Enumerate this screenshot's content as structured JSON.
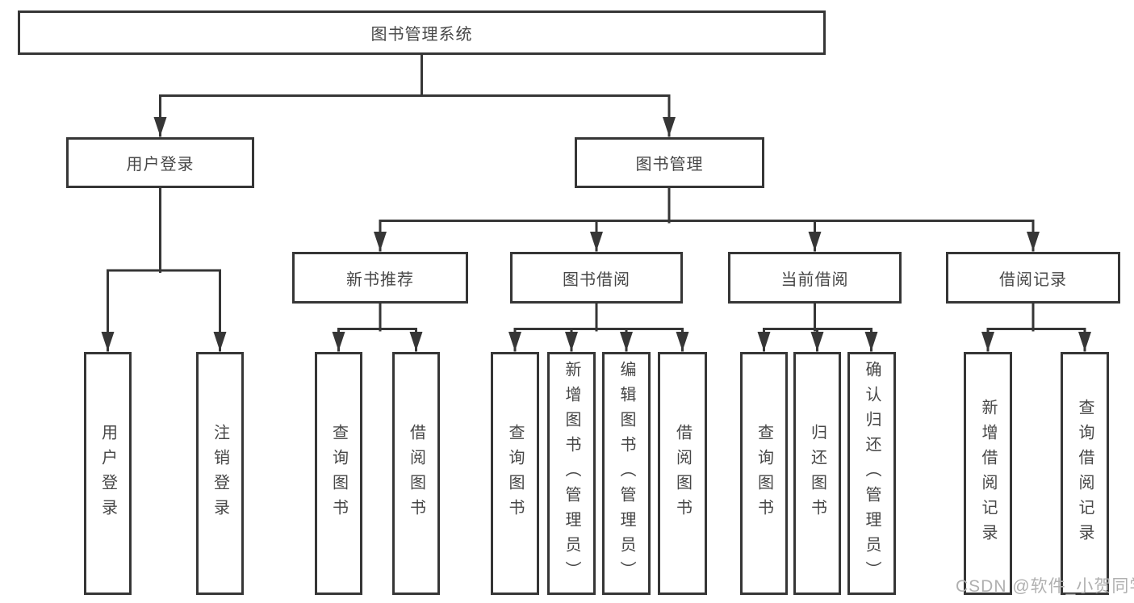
{
  "diagram": {
    "root": {
      "label": "图书管理系统"
    },
    "branches": {
      "user_login": {
        "label": "用户登录"
      },
      "book_mgmt": {
        "label": "图书管理"
      }
    },
    "modules": {
      "new_books": {
        "label": "新书推荐"
      },
      "book_borrow": {
        "label": "图书借阅"
      },
      "current_borrow": {
        "label": "当前借阅"
      },
      "borrow_records": {
        "label": "借阅记录"
      }
    },
    "leaves": {
      "user_login": [
        "用户登录",
        "注销登录"
      ],
      "new_books": [
        "查询图书",
        "借阅图书"
      ],
      "book_borrow": [
        "查询图书",
        "新增图书（管理员）",
        "编辑图书（管理员）",
        "借阅图书"
      ],
      "current_borrow": [
        "查询图书",
        "归还图书",
        "确认归还（管理员）"
      ],
      "borrow_records": [
        "新增借阅记录",
        "查询借阅记录"
      ]
    }
  },
  "watermark": "CSDN @软件_小贺同学",
  "colors": {
    "line": "#363636",
    "text": "#474747",
    "watermark": "#b0b0b0",
    "background": "#ffffff"
  }
}
